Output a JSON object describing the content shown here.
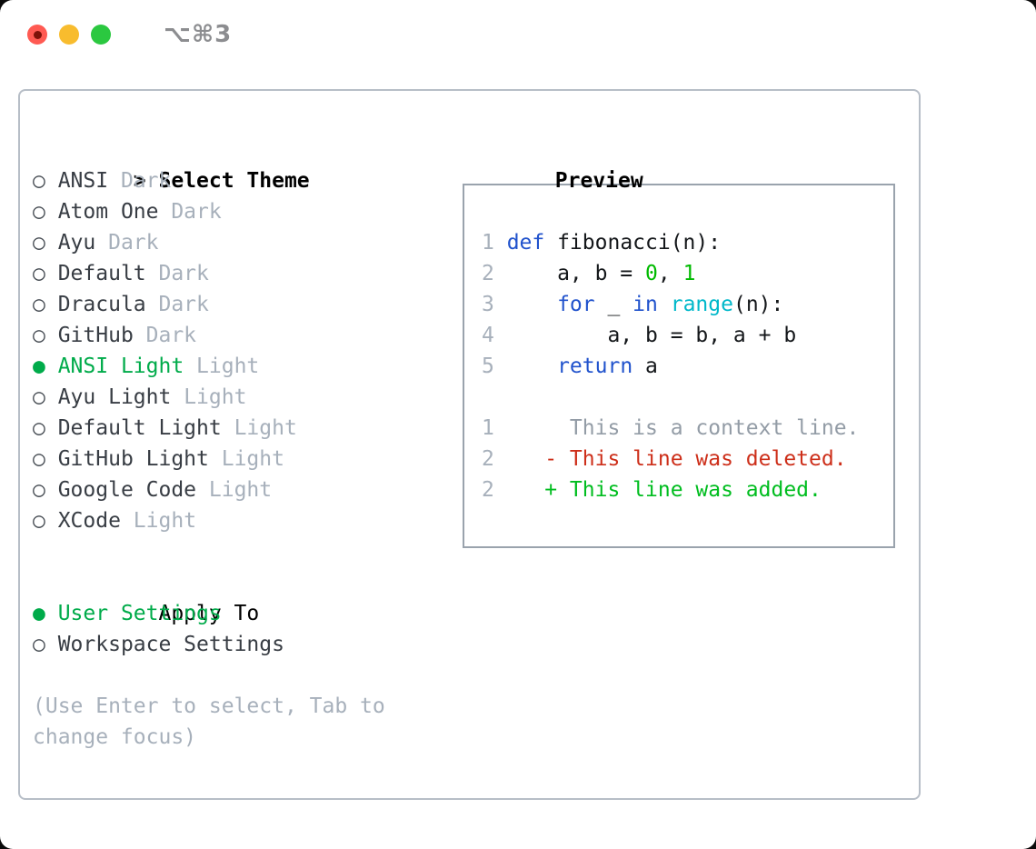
{
  "window": {
    "title": "⌥⌘3"
  },
  "colors": {
    "selection_green": "#00ab4a",
    "added_green": "#00bd1f",
    "deleted_red": "#cd2f1a",
    "keyword_blue": "#2052cc",
    "builtin_cyan": "#00b8ca",
    "number_green": "#00ba00",
    "muted_gray": "#a7b0bb",
    "text_dark": "#383d44"
  },
  "theme_list": {
    "cursor": ">",
    "header": "Select Theme",
    "items": [
      {
        "name": "ANSI",
        "variant": "Dark",
        "selected": false
      },
      {
        "name": "Atom One",
        "variant": "Dark",
        "selected": false
      },
      {
        "name": "Ayu",
        "variant": "Dark",
        "selected": false
      },
      {
        "name": "Default",
        "variant": "Dark",
        "selected": false
      },
      {
        "name": "Dracula",
        "variant": "Dark",
        "selected": false
      },
      {
        "name": "GitHub",
        "variant": "Dark",
        "selected": false
      },
      {
        "name": "ANSI Light",
        "variant": "Light",
        "selected": true
      },
      {
        "name": "Ayu Light",
        "variant": "Light",
        "selected": false
      },
      {
        "name": "Default Light",
        "variant": "Light",
        "selected": false
      },
      {
        "name": "GitHub Light",
        "variant": "Light",
        "selected": false
      },
      {
        "name": "Google Code",
        "variant": "Light",
        "selected": false
      },
      {
        "name": "XCode",
        "variant": "Light",
        "selected": false
      }
    ]
  },
  "apply_to": {
    "header": "Apply To",
    "options": [
      {
        "label": "User Settings",
        "selected": true
      },
      {
        "label": "Workspace Settings",
        "selected": false
      }
    ]
  },
  "help_lines": [
    "(Use Enter to select, Tab to",
    "change focus)"
  ],
  "preview": {
    "header": "Preview",
    "code_lines": [
      {
        "num": "1",
        "tokens": [
          {
            "t": "def",
            "c": "kw"
          },
          {
            "t": " fibonacci(n):",
            "c": "pl"
          }
        ]
      },
      {
        "num": "2",
        "tokens": [
          {
            "t": "    a, b = ",
            "c": "pl"
          },
          {
            "t": "0",
            "c": "nu"
          },
          {
            "t": ", ",
            "c": "pl"
          },
          {
            "t": "1",
            "c": "nu"
          }
        ]
      },
      {
        "num": "3",
        "tokens": [
          {
            "t": "    ",
            "c": "pl"
          },
          {
            "t": "for",
            "c": "kw"
          },
          {
            "t": " _ ",
            "c": "pl"
          },
          {
            "t": "in",
            "c": "kw"
          },
          {
            "t": " ",
            "c": "pl"
          },
          {
            "t": "range",
            "c": "bi"
          },
          {
            "t": "(n):",
            "c": "pl"
          }
        ]
      },
      {
        "num": "4",
        "tokens": [
          {
            "t": "        a, b = b, a + b",
            "c": "pl"
          }
        ]
      },
      {
        "num": "5",
        "tokens": [
          {
            "t": "    ",
            "c": "pl"
          },
          {
            "t": "return",
            "c": "kw"
          },
          {
            "t": " a",
            "c": "pl"
          }
        ]
      },
      {
        "num": "",
        "tokens": []
      },
      {
        "num": "1",
        "tokens": [
          {
            "t": "     This is a context line.",
            "c": "ctx"
          }
        ]
      },
      {
        "num": "2",
        "tokens": [
          {
            "t": "   - This line was deleted.",
            "c": "del"
          }
        ]
      },
      {
        "num": "2",
        "tokens": [
          {
            "t": "   + This line was added.",
            "c": "add"
          }
        ]
      }
    ]
  }
}
